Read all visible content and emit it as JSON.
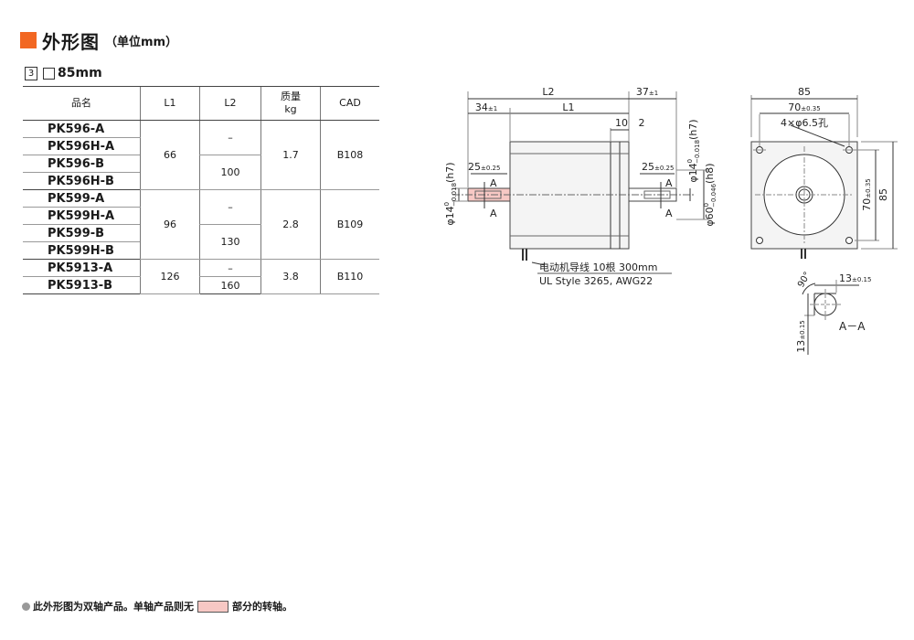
{
  "header": {
    "title": "外形图",
    "unit_note": "（单位mm）"
  },
  "size_label": {
    "index": "3",
    "size": "85mm"
  },
  "table": {
    "headers": {
      "name": "品名",
      "l1": "L1",
      "l2": "L2",
      "weight": "质量",
      "weight_unit": "kg",
      "cad": "CAD"
    },
    "groups": [
      {
        "names": [
          "PK596-A",
          "PK596H-A",
          "PK596-B",
          "PK596H-B"
        ],
        "l1": "66",
        "l2_a": "–",
        "l2_b": "100",
        "weight": "1.7",
        "cad": "B108"
      },
      {
        "names": [
          "PK599-A",
          "PK599H-A",
          "PK599-B",
          "PK599H-B"
        ],
        "l1": "96",
        "l2_a": "–",
        "l2_b": "130",
        "weight": "2.8",
        "cad": "B109"
      },
      {
        "names": [
          "PK5913-A",
          "PK5913-B"
        ],
        "l1": "126",
        "l2_a": "–",
        "l2_b": "160",
        "weight": "3.8",
        "cad": "B110"
      }
    ]
  },
  "drawing": {
    "L2": "L2",
    "L1": "L1",
    "dim_34": "34",
    "dim_34_tol": "±1",
    "dim_37": "37",
    "dim_37_tol": "±1",
    "dim_10": "10",
    "dim_2": "2",
    "dim_25": "25",
    "dim_25_tol": "±0.25",
    "shaft_dia": "φ14",
    "shaft_tol_upper": "0",
    "shaft_tol_lower": "−0.018",
    "shaft_fit": "(h7)",
    "pilot_dia": "φ60",
    "pilot_tol_upper": "0",
    "pilot_tol_lower": "−0.046",
    "pilot_fit": "(h8)",
    "section_mark": "A",
    "lead_note_1": "电动机导线  10根 300mm",
    "lead_note_2": "UL Style 3265, AWG22",
    "dim_85_top": "85",
    "dim_70": "70",
    "dim_70_tol": "±0.35",
    "holes": "4×φ6.5孔",
    "dim_85_side": "85",
    "dim_70_side": "70",
    "dim_70_side_tol": "±0.35",
    "angle": "90°",
    "dim_13": "13",
    "dim_13_tol": "±0.15",
    "dim_13_v": "13",
    "dim_13_v_tol": "±0.15",
    "section_label": "A－A"
  },
  "footer": {
    "text_before": "此外形图为双轴产品。单轴产品则无",
    "text_after": "部分的转轴。"
  },
  "colors": {
    "accent": "#f26722",
    "highlight": "#f7c8c4"
  }
}
